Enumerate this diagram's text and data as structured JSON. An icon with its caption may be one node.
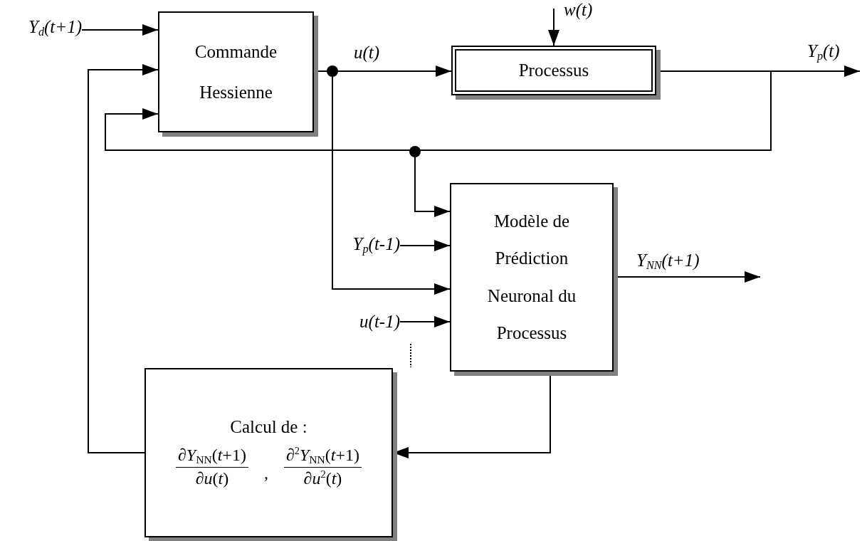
{
  "diagram": {
    "nodes": [
      {
        "text": [
          "Commande Hessienne"
        ]
      },
      {
        "text": [
          "Processus"
        ]
      },
      {
        "text": [
          "Modèle de Prédiction Neuronal du Processus"
        ]
      },
      {
        "text": [
          "Calcul de :",
          "∂*Y*$_{NN}$(*t*+1)",
          "∂*u*(*t*)",
          ",",
          "∂$^{2}$*Y*$_{NN}$(*t*+1)",
          "∂*u*$^{2}$(*t*)"
        ]
      },
      {
        "text": [
          "Y$_{d}$(t+1)"
        ]
      },
      {
        "text": [
          "Y$_{p}$(t-1)"
        ]
      },
      {
        "text": [
          "u(t-1)"
        ]
      }
    ],
    "edges": [
      {
        "from": 4,
        "to": 0,
        "arrow": "to"
      },
      {
        "from": 0,
        "to": 1,
        "arrow": "to",
        "label": "u(t)"
      },
      {
        "from": 0,
        "to": 2,
        "arrow": "to"
      },
      {
        "from": 1,
        "to": 0,
        "arrow": "to"
      },
      {
        "from": 1,
        "to": 2,
        "arrow": "to"
      },
      {
        "from": 5,
        "to": 2,
        "arrow": "to"
      },
      {
        "from": 6,
        "to": 2,
        "arrow": "to"
      },
      {
        "from": 2,
        "to": 3,
        "arrow": "to"
      },
      {
        "from": 3,
        "to": 0,
        "arrow": "to"
      },
      {
        "from": null,
        "to": 1,
        "arrow": "to",
        "label": "w(t)"
      },
      {
        "from": 1,
        "to": null,
        "arrow": "to",
        "label": "Y$_{p}$(t)"
      },
      {
        "from": 2,
        "to": null,
        "arrow": "to",
        "label": "Y$_{NN}$(t+1)"
      }
    ]
  }
}
